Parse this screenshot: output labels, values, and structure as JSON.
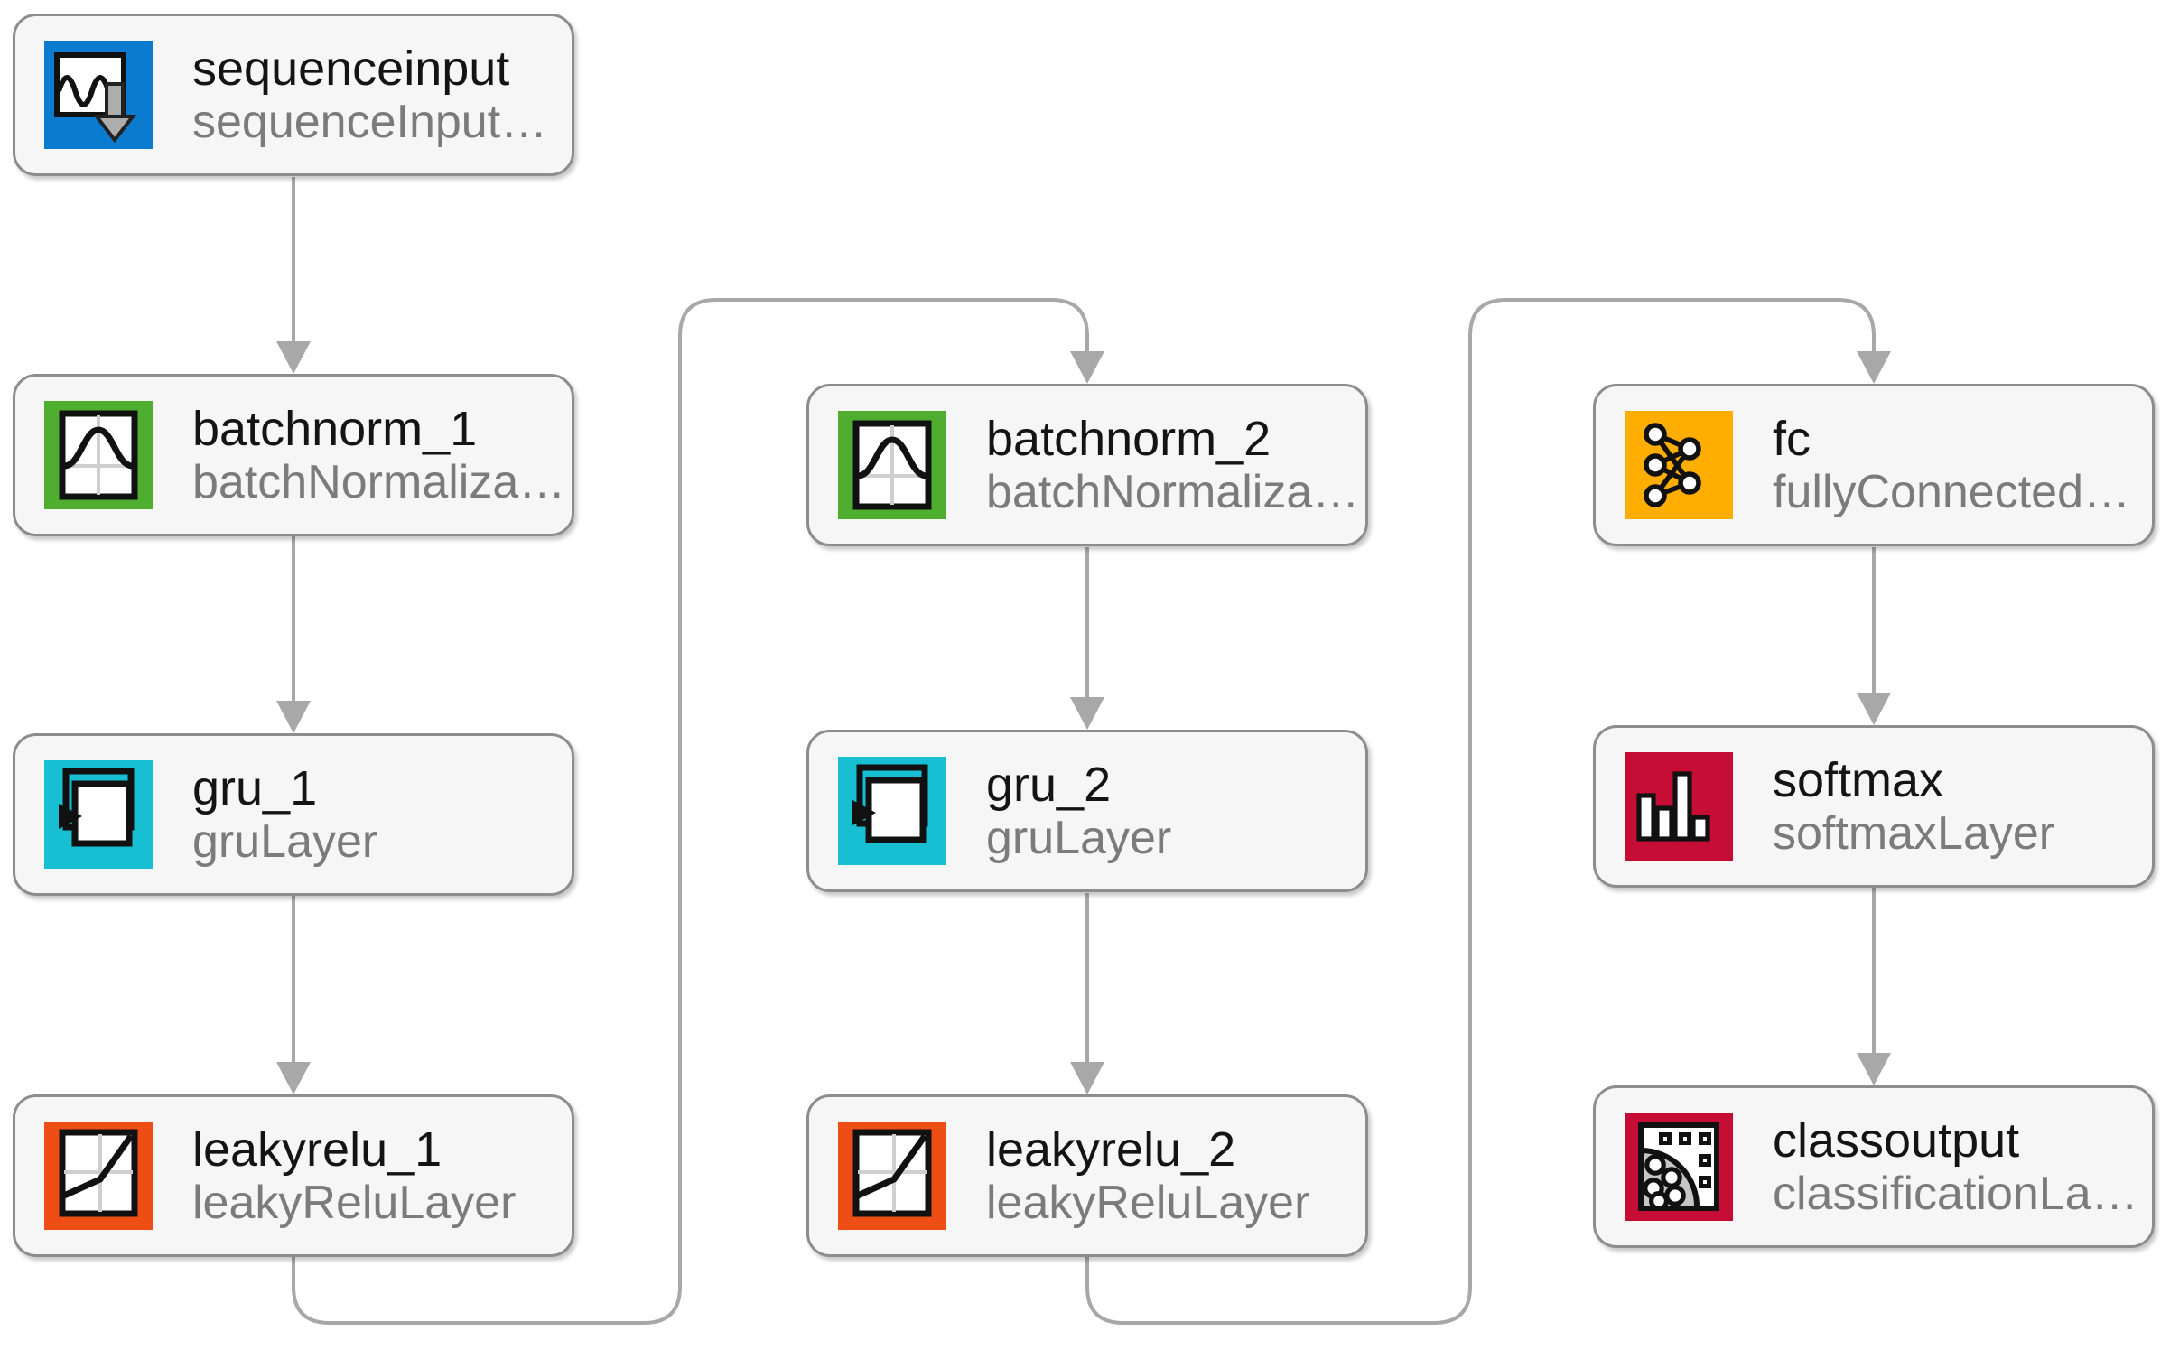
{
  "diagram": {
    "kind": "neural-network-layer-graph",
    "background_color": "#ffffff",
    "edge_color": "#a8a8a8",
    "node_fill": "#f6f6f6",
    "node_border_color": "#8d8d8d"
  },
  "nodes": [
    {
      "id": "sequenceinput",
      "label": "sequenceinput",
      "sublabel": "sequenceInput…",
      "icon": "sequence-input-icon",
      "color": "#0b7bd0"
    },
    {
      "id": "batchnorm_1",
      "label": "batchnorm_1",
      "sublabel": "batchNormaliza…",
      "icon": "batch-norm-icon",
      "color": "#4fae30"
    },
    {
      "id": "gru_1",
      "label": "gru_1",
      "sublabel": "gruLayer",
      "icon": "gru-icon",
      "color": "#18bed2"
    },
    {
      "id": "leakyrelu_1",
      "label": "leakyrelu_1",
      "sublabel": "leakyReluLayer",
      "icon": "leaky-relu-icon",
      "color": "#ee4e15"
    },
    {
      "id": "batchnorm_2",
      "label": "batchnorm_2",
      "sublabel": "batchNormaliza…",
      "icon": "batch-norm-icon",
      "color": "#4fae30"
    },
    {
      "id": "gru_2",
      "label": "gru_2",
      "sublabel": "gruLayer",
      "icon": "gru-icon",
      "color": "#18bed2"
    },
    {
      "id": "leakyrelu_2",
      "label": "leakyrelu_2",
      "sublabel": "leakyReluLayer",
      "icon": "leaky-relu-icon",
      "color": "#ee4e15"
    },
    {
      "id": "fc",
      "label": "fc",
      "sublabel": "fullyConnected…",
      "icon": "fully-connected-icon",
      "color": "#ffae00"
    },
    {
      "id": "softmax",
      "label": "softmax",
      "sublabel": "softmaxLayer",
      "icon": "softmax-icon",
      "color": "#c60d35"
    },
    {
      "id": "classoutput",
      "label": "classoutput",
      "sublabel": "classificationLa…",
      "icon": "classification-output-icon",
      "color": "#c60d35"
    }
  ],
  "edges": [
    [
      "sequenceinput",
      "batchnorm_1"
    ],
    [
      "batchnorm_1",
      "gru_1"
    ],
    [
      "gru_1",
      "leakyrelu_1"
    ],
    [
      "leakyrelu_1",
      "batchnorm_2"
    ],
    [
      "batchnorm_2",
      "gru_2"
    ],
    [
      "gru_2",
      "leakyrelu_2"
    ],
    [
      "leakyrelu_2",
      "fc"
    ],
    [
      "fc",
      "softmax"
    ],
    [
      "softmax",
      "classoutput"
    ]
  ]
}
